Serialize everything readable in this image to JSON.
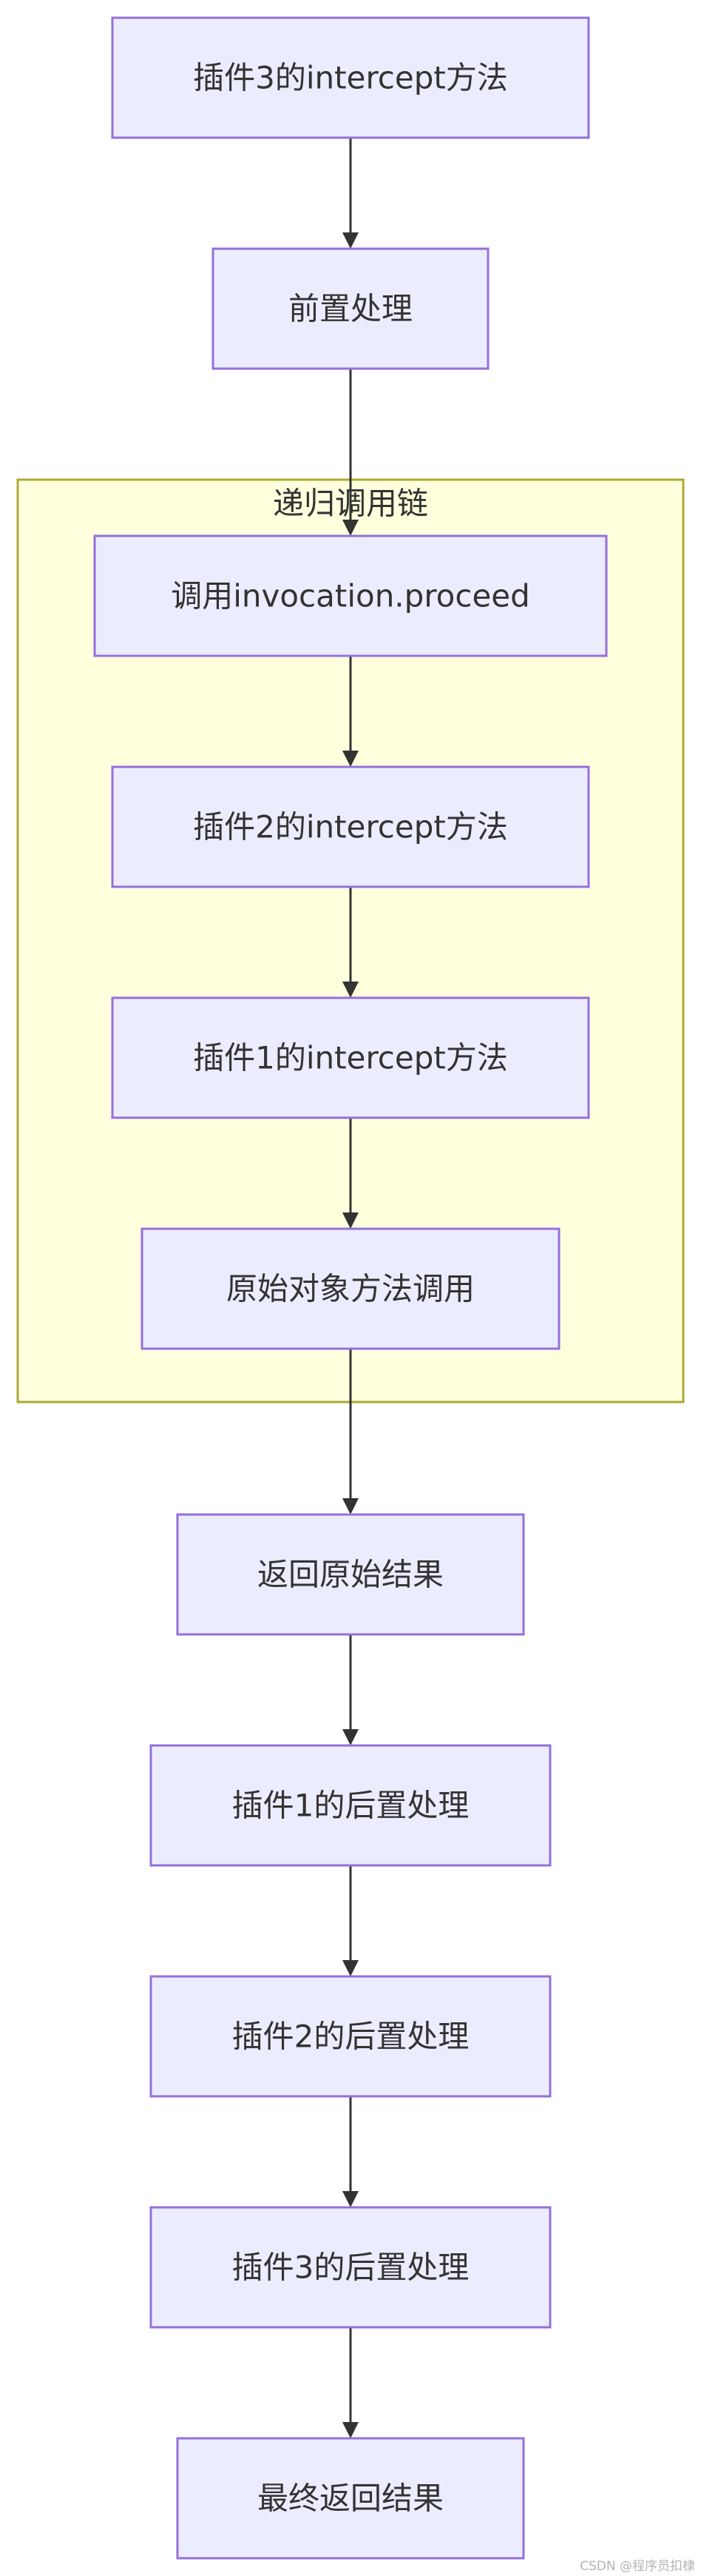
{
  "nodes": [
    {
      "id": "n1",
      "label": "插件3的intercept方法"
    },
    {
      "id": "n2",
      "label": "前置处理"
    },
    {
      "id": "n3",
      "label": "调用invocation.proceed"
    },
    {
      "id": "n4",
      "label": "插件2的intercept方法"
    },
    {
      "id": "n5",
      "label": "插件1的intercept方法"
    },
    {
      "id": "n6",
      "label": "原始对象方法调用"
    },
    {
      "id": "n7",
      "label": "返回原始结果"
    },
    {
      "id": "n8",
      "label": "插件1的后置处理"
    },
    {
      "id": "n9",
      "label": "插件2的后置处理"
    },
    {
      "id": "n10",
      "label": "插件3的后置处理"
    },
    {
      "id": "n11",
      "label": "最终返回结果"
    }
  ],
  "edges": [
    [
      "n1",
      "n2"
    ],
    [
      "n2",
      "n3"
    ],
    [
      "n3",
      "n4"
    ],
    [
      "n4",
      "n5"
    ],
    [
      "n5",
      "n6"
    ],
    [
      "n6",
      "n7"
    ],
    [
      "n7",
      "n8"
    ],
    [
      "n8",
      "n9"
    ],
    [
      "n9",
      "n10"
    ],
    [
      "n10",
      "n11"
    ]
  ],
  "cluster": {
    "label": "递归调用链",
    "members": [
      "n3",
      "n4",
      "n5",
      "n6"
    ]
  },
  "watermark": "CSDN @程序员扣棣",
  "colors": {
    "node_fill": "#ececff",
    "node_stroke": "#9370db",
    "cluster_fill": "#ffffde",
    "cluster_stroke": "#aaaa33",
    "edge": "#333333",
    "text": "#333333"
  }
}
